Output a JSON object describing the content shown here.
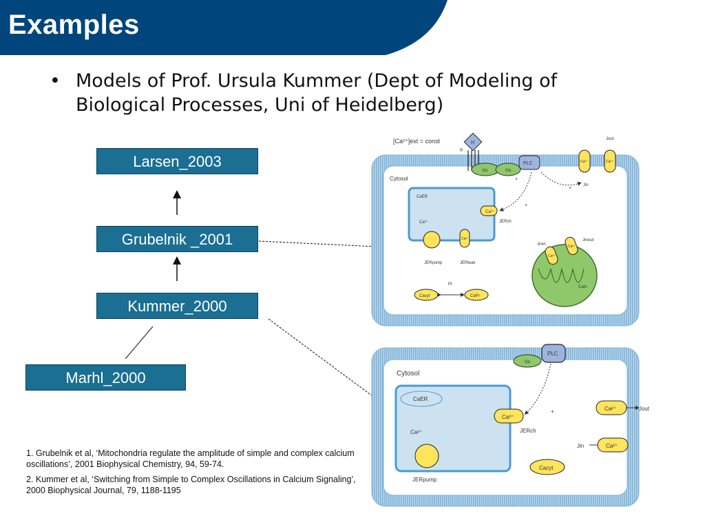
{
  "slide": {
    "title": "Examples",
    "bullet_marker": "•",
    "bullet": "Models of Prof. Ursula Kummer (Dept of Modeling of Biological Processes, Uni of Heidelberg)"
  },
  "models": {
    "larsen": "Larsen_2003",
    "grubelnik": "Grubelnik _2001",
    "kummer": "Kummer_2000",
    "marhl": "Marhl_2000"
  },
  "references": [
    "1. Grubelnik et al, ‘Mitochondria regulate the amplitude of simple and complex calcium oscillations’, 2001 Biophysical Chemistry, 94, 59-74.",
    "2. Kummer et al, ‘Switching from Simple to Complex Oscillations in Calcium Signaling’, 2000 Biophysical Journal, 79, 1188-1195"
  ],
  "diagram_top": {
    "ext_label": "[Ca²⁺]ext = const",
    "cytosol": "Cytosol",
    "hormone": "H",
    "receptor": "R",
    "galpha_1": "Gα",
    "galpha_2": "Gα",
    "plc": "PLC",
    "ca_er": "CaER",
    "ca2plus": "Ca²⁺",
    "channel_erch": "Ca²⁺",
    "j_erch": "JERch",
    "j_erpump": "JERpump",
    "j_erleak": "JERleak",
    "leak_ch": "Ca²⁺",
    "pr": "Pr",
    "ca_cyt": "Cacyt",
    "ca_pr": "CaPr",
    "j_out": "Jout",
    "j_in": "Jin",
    "out_ch": "Ca²⁺",
    "in_ch": "Ca²⁺",
    "j_mito_in": "Jmin",
    "j_mito_out": "Jmout",
    "mito_ch1": "Ca²⁺",
    "mito_ch2": "Ca²⁺",
    "ca_m": "Cam",
    "plus_1": "+",
    "plus_2": "+",
    "plus_3": "+"
  },
  "diagram_bottom": {
    "cytosol": "Cytosol",
    "galpha": "Gα",
    "plc": "PLC",
    "ca_er": "CaER",
    "ca2plus": "Ca²⁺",
    "channel_erch": "Ca²⁺",
    "j_erch": "JERch",
    "j_erpump": "JERpump",
    "plus": "+",
    "out_ch": "Ca²⁺",
    "j_out": "Jout",
    "in_ch": "Ca²⁺",
    "j_in": "Jin",
    "ca_cyt": "Cacyt"
  },
  "colors": {
    "banner": "#00457c",
    "model_box": "#1a6f93",
    "membrane": "#87b9dc",
    "cytosol_fill": "#ffffff",
    "er_fill": "#cce2f1",
    "channel_yellow": "#ffe45c",
    "mito_green": "#8ec86a",
    "plc_blue": "#9fb4dc"
  }
}
